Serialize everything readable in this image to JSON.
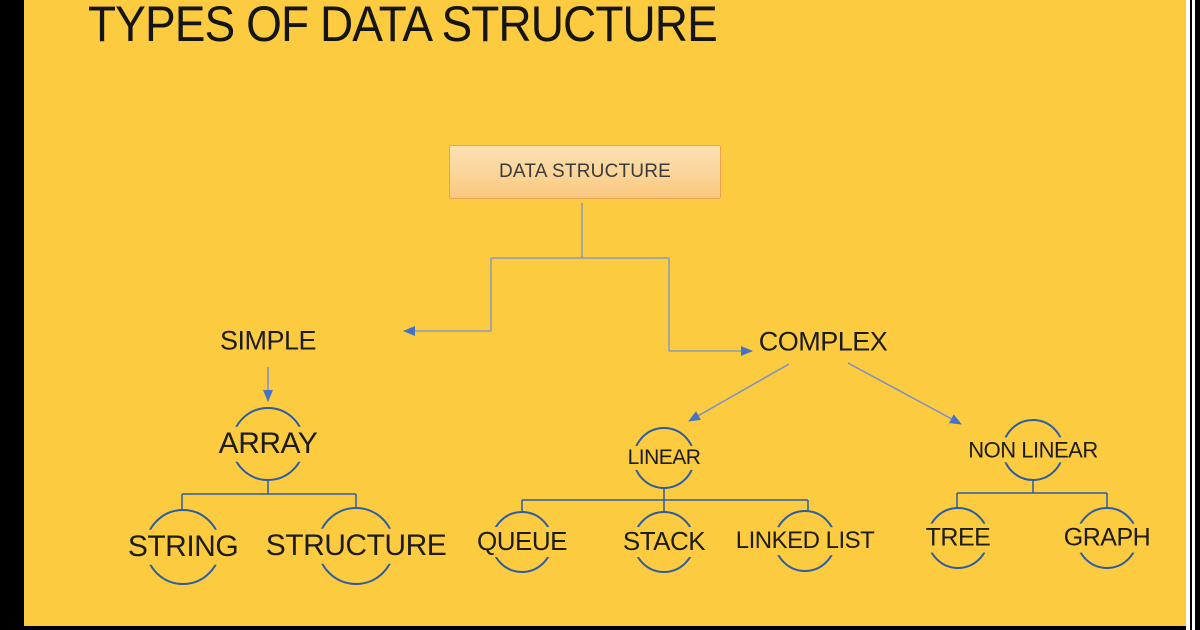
{
  "title": "TYPES OF DATA STRUCTURE",
  "nodes": {
    "root": {
      "label": "DATA STRUCTURE"
    },
    "simple": {
      "label": "SIMPLE"
    },
    "complex": {
      "label": "COMPLEX"
    },
    "array": {
      "label": "ARRAY"
    },
    "string": {
      "label": "STRING"
    },
    "structure": {
      "label": "STRUCTURE"
    },
    "linear": {
      "label": "LINEAR"
    },
    "queue": {
      "label": "QUEUE"
    },
    "stack": {
      "label": "STACK"
    },
    "linked_list": {
      "label": "LINKED LIST"
    },
    "non_linear": {
      "label": "NON LINEAR"
    },
    "tree": {
      "label": "TREE"
    },
    "graph": {
      "label": "GRAPH"
    }
  },
  "hierarchy": [
    {
      "parent": "DATA STRUCTURE",
      "children": [
        "SIMPLE",
        "COMPLEX"
      ]
    },
    {
      "parent": "SIMPLE",
      "children": [
        "ARRAY"
      ]
    },
    {
      "parent": "ARRAY",
      "children": [
        "STRING",
        "STRUCTURE"
      ]
    },
    {
      "parent": "COMPLEX",
      "children": [
        "LINEAR",
        "NON LINEAR"
      ]
    },
    {
      "parent": "LINEAR",
      "children": [
        "QUEUE",
        "STACK",
        "LINKED LIST"
      ]
    },
    {
      "parent": "NON LINEAR",
      "children": [
        "TREE",
        "GRAPH"
      ]
    }
  ],
  "colors": {
    "slide_background": "#FCCB3F",
    "frame": "#000000",
    "node_circle": "#2B5CA6",
    "elbow_connector": "#8A99BC",
    "arrow_line": "#7B8FC6",
    "arrowhead": "#4472C4",
    "root_box_fill_top": "#FCE1B2",
    "root_box_fill_bottom": "#F9C87D",
    "root_box_border": "#ECA24F",
    "title_text": "#151515",
    "label_text": "#1C1C1C"
  }
}
